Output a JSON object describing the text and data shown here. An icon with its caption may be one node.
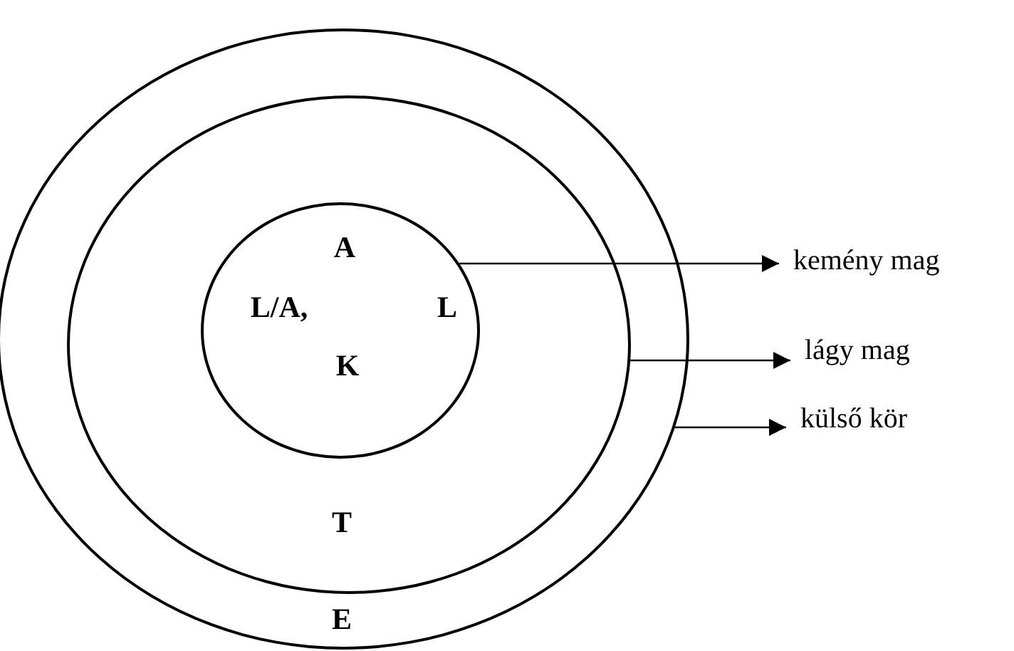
{
  "diagram": {
    "nodes": [
      {
        "text": [
          "E"
        ]
      },
      {
        "text": [
          "T"
        ],
        "in": 0
      },
      {
        "text": [
          "A",
          "L/A,",
          "L",
          "K"
        ],
        "in": 1
      },
      {
        "text": [
          "kemény mag"
        ]
      },
      {
        "text": [
          "lágy mag"
        ]
      },
      {
        "text": [
          "külső kör"
        ]
      }
    ],
    "edges": [
      {
        "from": 2,
        "to": 3,
        "arrow": "to"
      },
      {
        "from": 1,
        "to": 4,
        "arrow": "to"
      },
      {
        "from": 0,
        "to": 5,
        "arrow": "to"
      }
    ]
  }
}
